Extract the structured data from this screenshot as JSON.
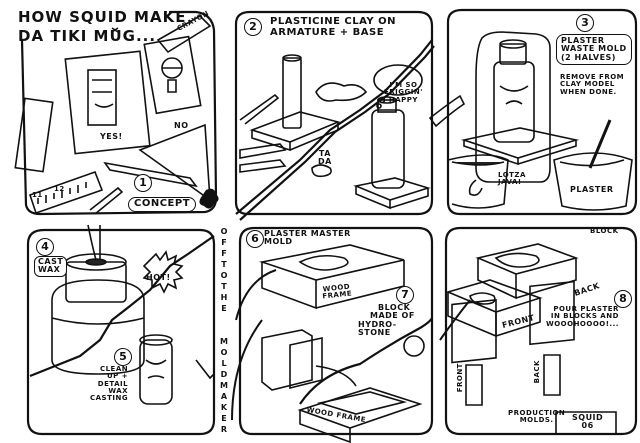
{
  "title": "HOW SQUID MAKE DA TIKI MUG...",
  "title_lines": [
    "HOW SQUID MAKE",
    "DA TIKI MUG..."
  ],
  "panels": [
    {
      "step": "1",
      "caption": "CONCEPT",
      "labels": {
        "crayon": "CRAYON",
        "yes": "YES!",
        "no": "NO",
        "ruler_11": "11",
        "ruler_12": "12"
      }
    },
    {
      "step": "2",
      "caption_lines": [
        "PLASTICINE CLAY ON",
        "ARMATURE + BASE"
      ],
      "thought_bubble": [
        "I'M SO",
        "FRIGGIN'",
        "HAPPY"
      ],
      "exclaim": [
        "TA",
        "DA"
      ]
    },
    {
      "step": "3",
      "caption_lines": [
        "PLASTER",
        "WASTE MOLD",
        "(2 HALVES)"
      ],
      "note_lines": [
        "REMOVE FROM",
        "CLAY MODEL",
        "WHEN DONE."
      ],
      "java_label": [
        "LOTZA",
        "JAVA!"
      ],
      "bucket_label": "PLASTER"
    },
    {
      "step": "4",
      "caption_lines": [
        "CAST",
        "WAX"
      ],
      "burst": "HOT!"
    },
    {
      "step": "5",
      "caption_lines": [
        "CLEAN",
        "UP +",
        "DETAIL",
        "WAX",
        "CASTING"
      ]
    },
    {
      "step": "6",
      "caption_lines": [
        "PLASTER MASTER",
        "MOLD"
      ],
      "frame_label": [
        "WOOD",
        "FRAME"
      ],
      "side_text_top": "OFF TO THE",
      "side_text_bottom": "MOLDMAKER"
    },
    {
      "step": "7",
      "caption_lines": [
        "BLOCK",
        "MADE OF",
        "HYDRO-",
        "STONE"
      ],
      "frame_label": "WOOD FRAME"
    },
    {
      "step": "8",
      "block_label": "BLOCK",
      "front_label": "FRONT",
      "back_label": "BACK",
      "caption_lines": [
        "POUR PLASTER",
        "IN BLOCKS AND",
        "WOOOHOOOO!..."
      ],
      "production_lines": [
        "PRODUCTION",
        "MOLDS."
      ],
      "mold_front": "FRONT",
      "mold_back": "BACK",
      "signature": [
        "SQUID",
        "06"
      ]
    }
  ]
}
